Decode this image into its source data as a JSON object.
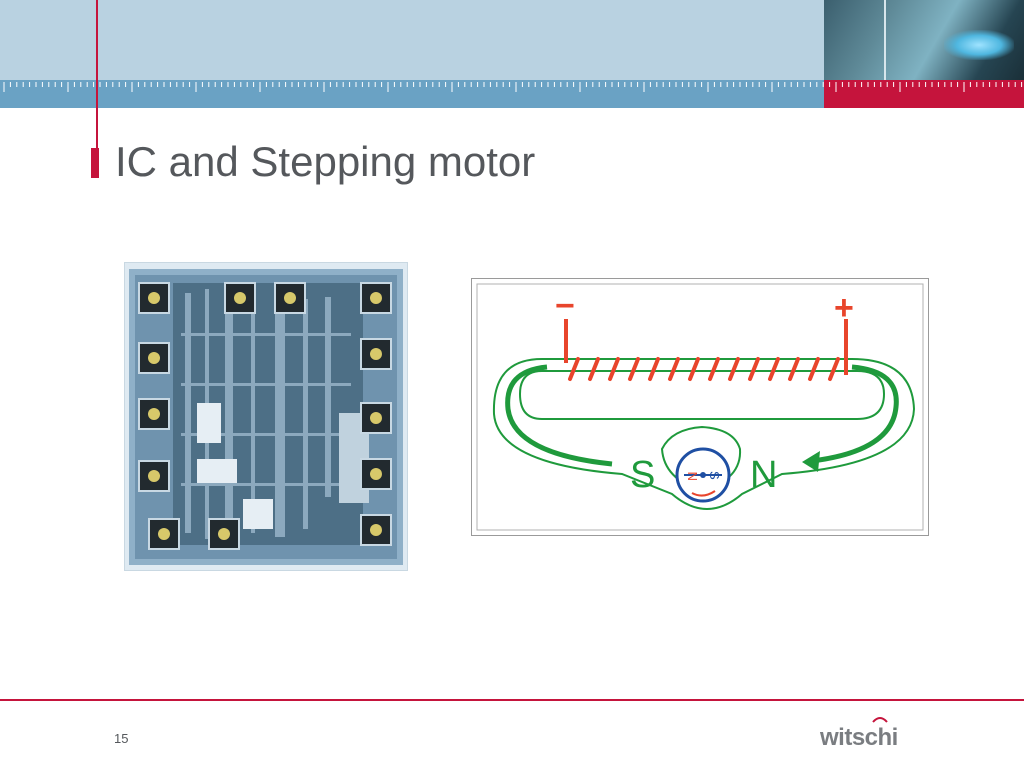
{
  "slide": {
    "title": "IC and Stepping motor",
    "page_number": "15"
  },
  "figures": {
    "ic_image": {
      "icon": "ic-die-photo"
    },
    "motor_diagram": {
      "minus_label": "−",
      "plus_label": "+",
      "south_label": "S",
      "north_label": "N",
      "rotor_north_label": "N",
      "rotor_south_label": "S"
    }
  },
  "logo": {
    "text": "witschi"
  },
  "colors": {
    "accent_red": "#c5143c",
    "header_blue": "#b9d2e1",
    "ruler_blue": "#6aa2c4",
    "title_gray": "#55585c",
    "coil_red": "#e8452c",
    "field_green": "#1f9a3c"
  }
}
